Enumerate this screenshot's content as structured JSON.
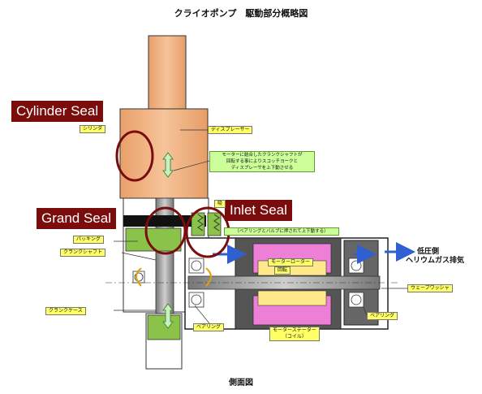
{
  "title": "クライオポンプ　駆動部分概略図",
  "caption": "側面図",
  "callouts": {
    "cylinder_seal": "Cylinder Seal",
    "grand_seal": "Grand Seal",
    "inlet_seal": "Inlet Seal"
  },
  "labels": {
    "cylinder": "シリンダ",
    "displacer": "ディスプレーサー",
    "intake": "吸",
    "packing": "パッキング",
    "crankshaft": "クランクシャフト",
    "crankcase": "クランクケース",
    "bearing_left": "ベアリング",
    "motor_rotor": "モーターローター",
    "rotation": "回転",
    "motor_stator": "モーターステーター\n（コイル）",
    "wave_washer": "ウェーブワッシャ",
    "bearing_right": "ベアリング"
  },
  "notes": {
    "mechanism": "モーターに結合したクランクシャフトが\n回転する事によりスコッチヨークと\nディスプレーサを上下動させる",
    "valve": "（ベアリングとバルブに押されて上下動する）"
  },
  "exhaust": {
    "line1": "低圧側",
    "line2": "ヘリウムガス排気"
  },
  "colors": {
    "displacer": "#f3b07c",
    "rod": "#9a9a9a",
    "green_part": "#8bc34a",
    "motor_pink": "#ee7fd6",
    "motor_yellow": "#ffe98a",
    "red_callout": "#7a0c0c",
    "blue_arrow": "#2f5fd0"
  }
}
